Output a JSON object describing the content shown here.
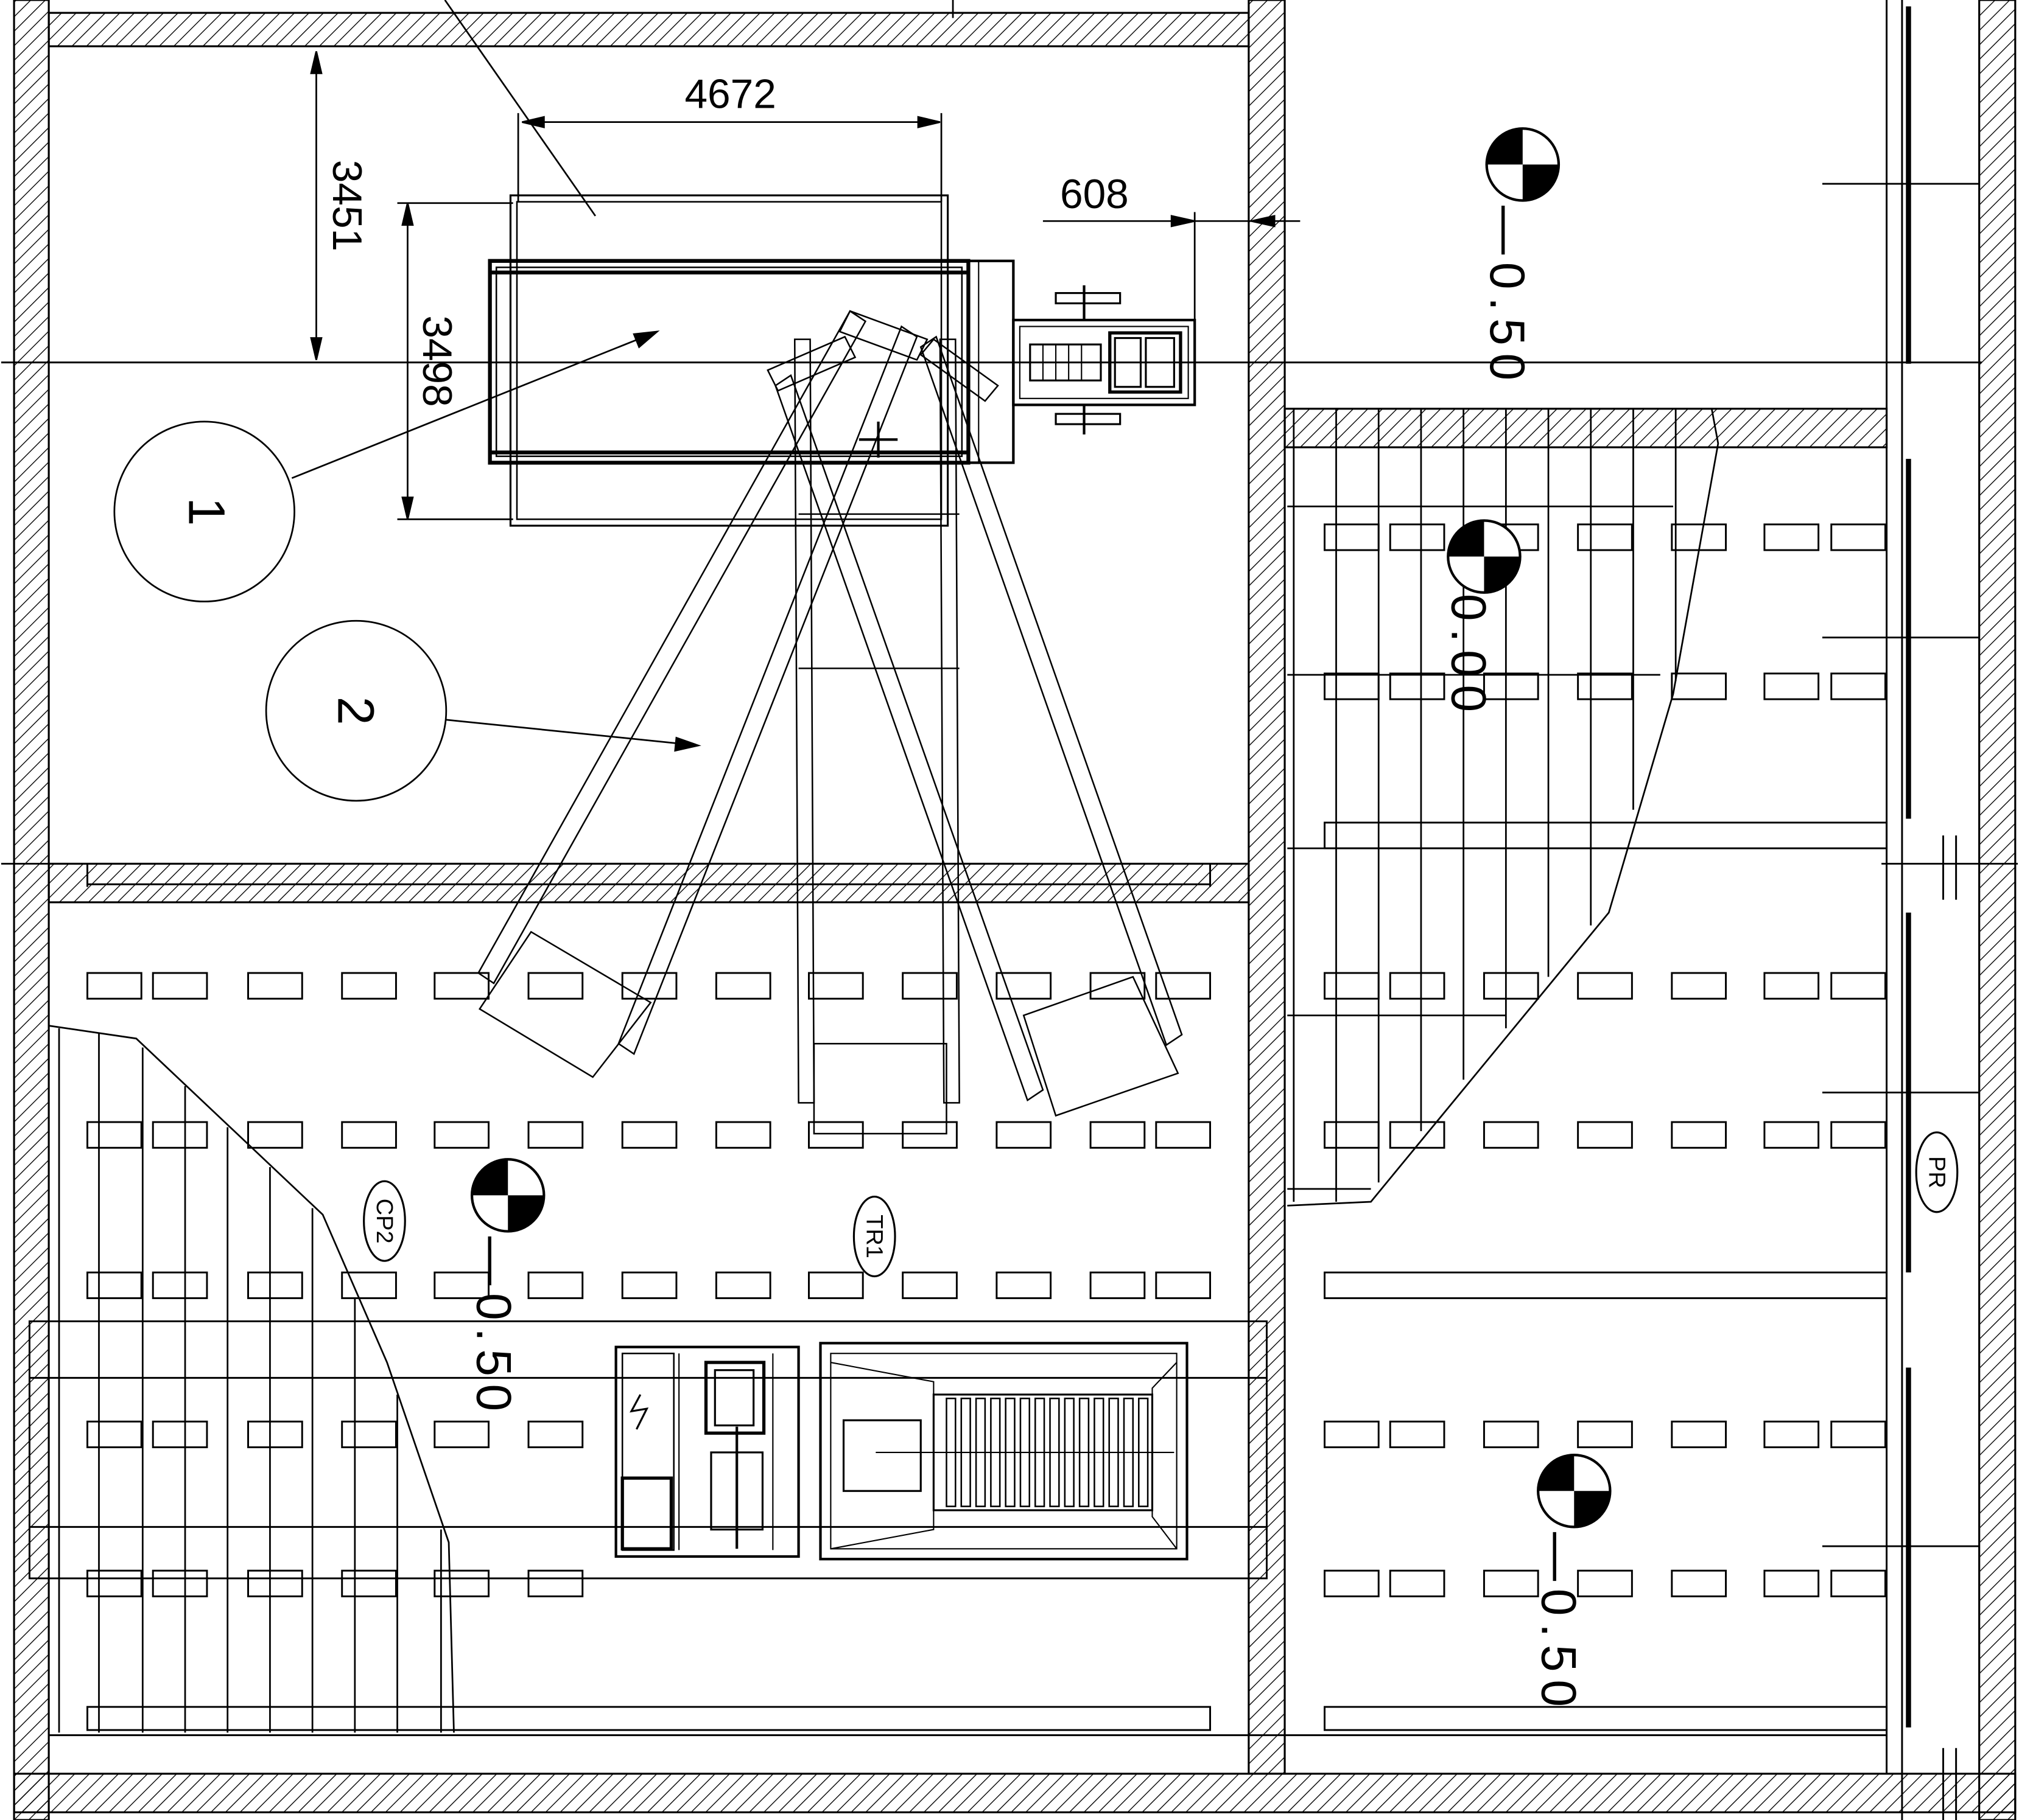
{
  "dimensions": {
    "width_top": "4672",
    "height_left": "3451",
    "height_inner": "3498",
    "gap_right": "608"
  },
  "callouts": {
    "c1": "1",
    "c2": "2"
  },
  "elevations": {
    "top_right": "—0.50",
    "middle_right": "0.00",
    "lower_left": "—0.50",
    "lower_right": "—0.50"
  },
  "tags": {
    "cp2": "CP2",
    "tr1": "TR1",
    "pr": "PR"
  },
  "colors": {
    "line": "#000000",
    "background": "#ffffff"
  }
}
